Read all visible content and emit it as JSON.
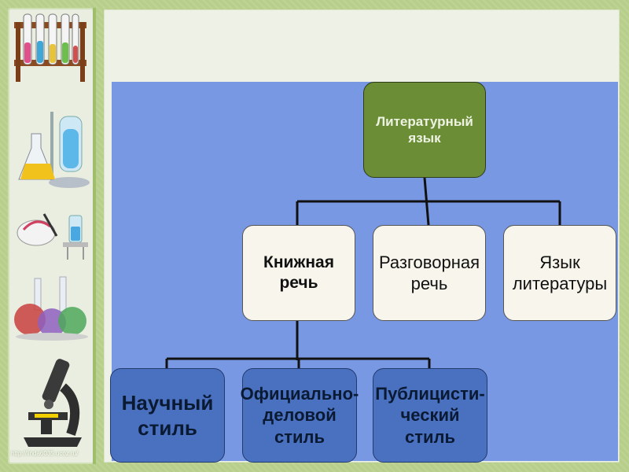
{
  "footer_url": "http://linda6035.ucoz.ru/",
  "diagram": {
    "root": {
      "line1": "Литературный",
      "line2": "язык"
    },
    "middle": [
      {
        "line1": "Книжная",
        "line2": "речь"
      },
      {
        "line1": "Разговорная",
        "line2": "речь"
      },
      {
        "line1": "Язык",
        "line2": "литературы"
      }
    ],
    "leaves": [
      {
        "line1": "Научный",
        "line2": "стиль"
      },
      {
        "line1": "Официально-",
        "line2": "деловой",
        "line3": "стиль"
      },
      {
        "line1": "Публицисти-",
        "line2": "ческий",
        "line3": "стиль"
      }
    ]
  },
  "colors": {
    "frame": "#b8cf8c",
    "panel": "#7898e3",
    "root_box": "#6b8d35",
    "middle_box": "#f7f5ec",
    "leaf_box": "#4a70c0"
  },
  "icons": [
    "test-tube-rack-icon",
    "flask-with-stand-icon",
    "lab-glassware-icon",
    "colored-flasks-icon",
    "microscope-icon"
  ]
}
